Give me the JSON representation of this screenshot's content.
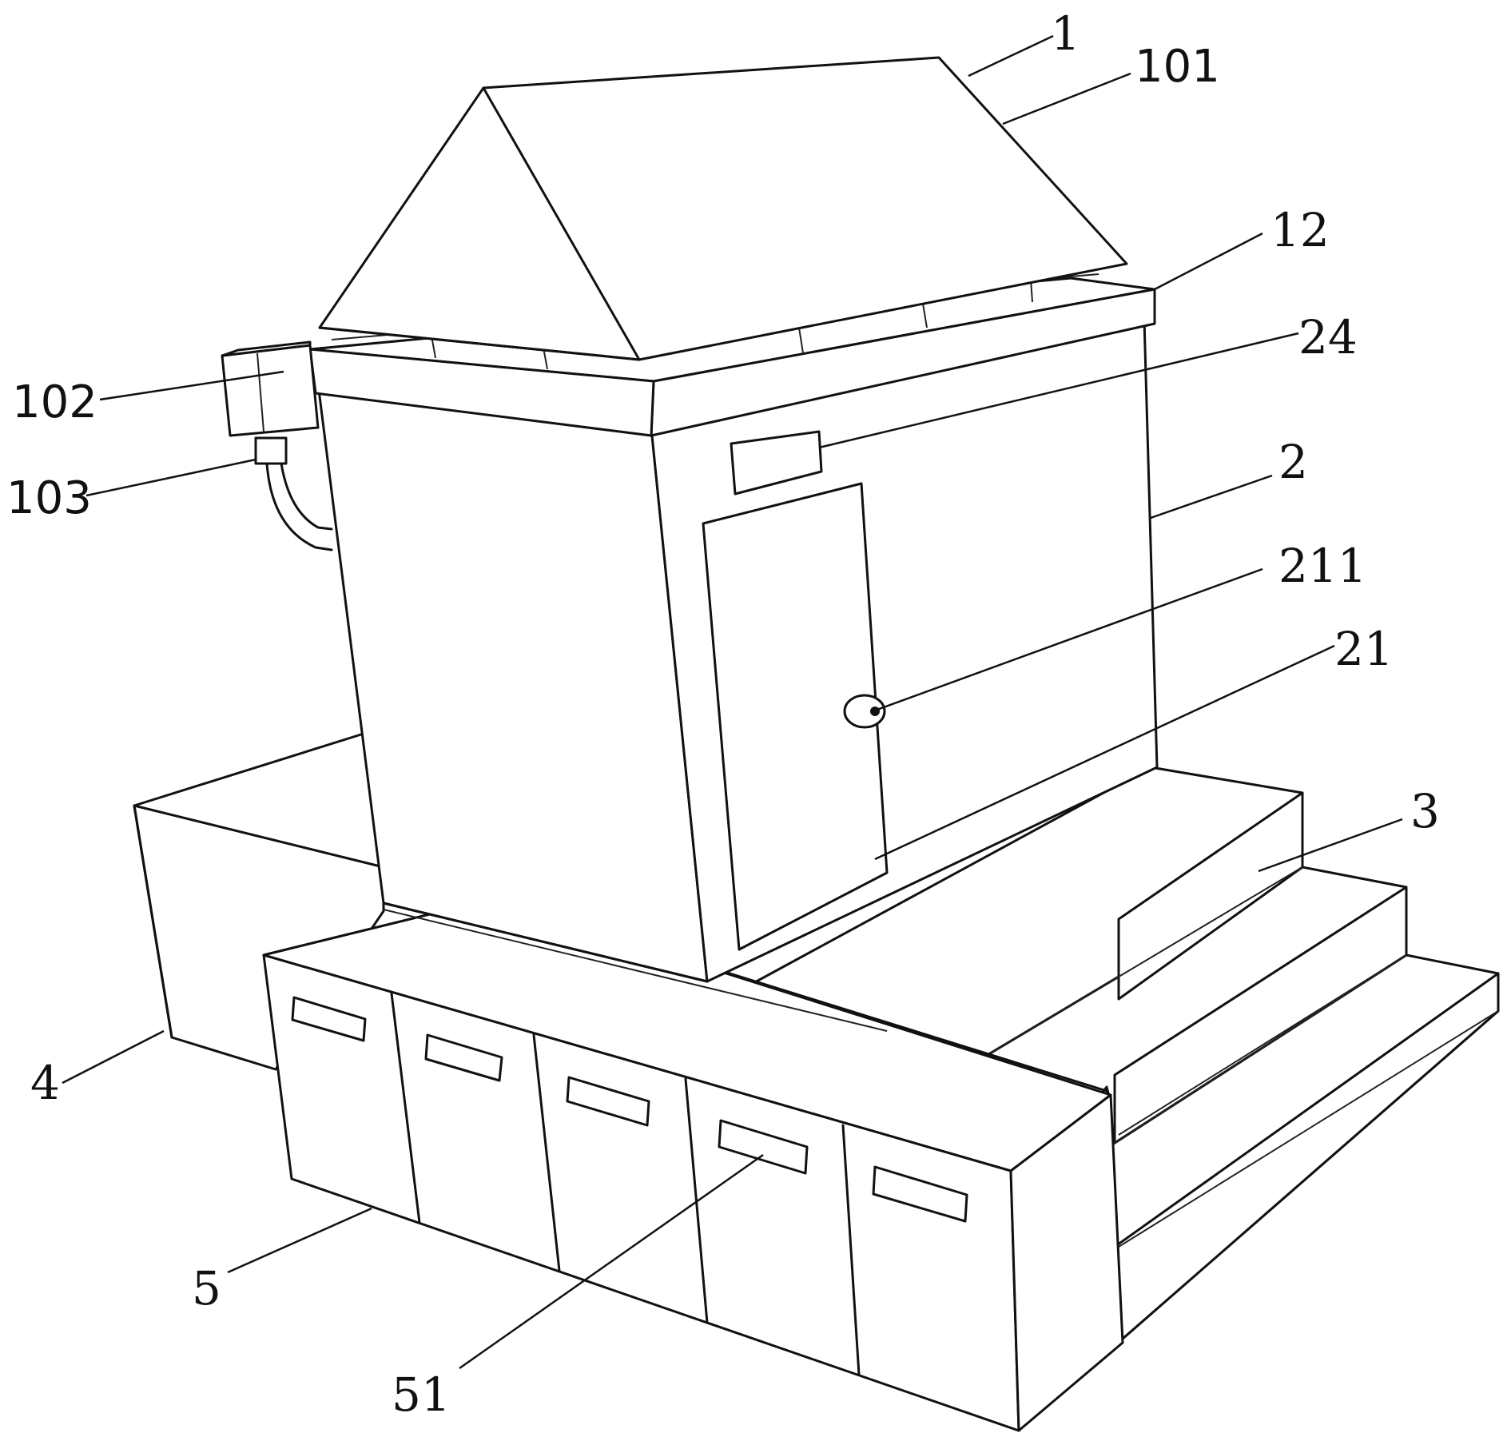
{
  "figure": {
    "labels": [
      {
        "id": "roof",
        "text": "1"
      },
      {
        "id": "roof-panel",
        "text": "101"
      },
      {
        "id": "box-unit",
        "text": "102"
      },
      {
        "id": "pipe-fitting",
        "text": "103"
      },
      {
        "id": "roof-frame",
        "text": "12"
      },
      {
        "id": "sign-plate",
        "text": "24"
      },
      {
        "id": "cabinet-body",
        "text": "2"
      },
      {
        "id": "door-knob",
        "text": "211"
      },
      {
        "id": "door",
        "text": "21"
      },
      {
        "id": "steps",
        "text": "3"
      },
      {
        "id": "rear-base",
        "text": "4"
      },
      {
        "id": "front-base",
        "text": "5"
      },
      {
        "id": "drawer-slot",
        "text": "51"
      }
    ]
  }
}
